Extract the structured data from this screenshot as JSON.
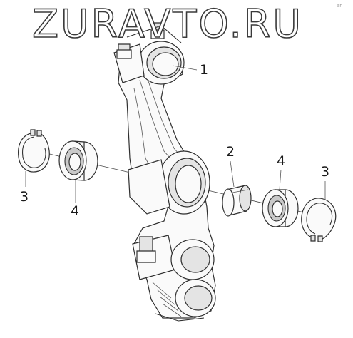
{
  "watermark": {
    "text": "ZURAVTO.RU"
  },
  "corner_mark": "ar",
  "callouts": [
    {
      "id": "connecting-rod",
      "label": "1"
    },
    {
      "id": "bushing",
      "label": "2"
    },
    {
      "id": "circlip-left",
      "label": "3"
    },
    {
      "id": "circlip-right",
      "label": "3"
    },
    {
      "id": "bearing-left",
      "label": "4"
    },
    {
      "id": "bearing-right",
      "label": "4"
    }
  ]
}
